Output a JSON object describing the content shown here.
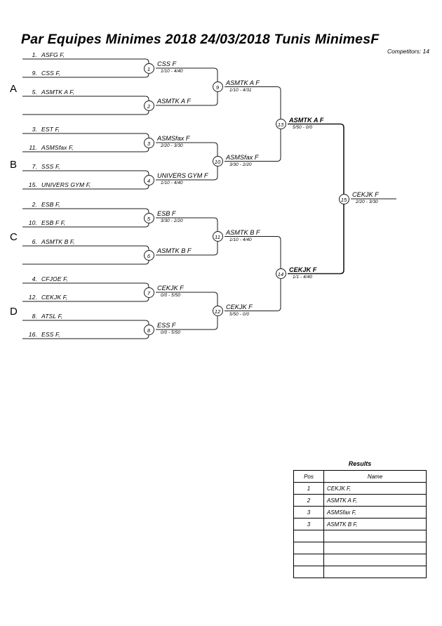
{
  "header": {
    "title": "Par Equipes Minimes 2018  24/03/2018  Tunis   MinimesF",
    "competitors": "Competitors: 14"
  },
  "groups": [
    {
      "label": "A"
    },
    {
      "label": "B"
    },
    {
      "label": "C"
    },
    {
      "label": "D"
    }
  ],
  "entrants": [
    {
      "seed": "1.",
      "name": "ASFG F,"
    },
    {
      "seed": "9.",
      "name": "CSS F,"
    },
    {
      "seed": "5.",
      "name": "ASMTK A F,"
    },
    {
      "seed": "",
      "name": ""
    },
    {
      "seed": "3.",
      "name": "EST F,"
    },
    {
      "seed": "11.",
      "name": "ASMSfax F,"
    },
    {
      "seed": "7.",
      "name": "SSS F,"
    },
    {
      "seed": "15.",
      "name": "UNIVERS GYM F,"
    },
    {
      "seed": "2.",
      "name": "ESB F,"
    },
    {
      "seed": "10.",
      "name": "ESB F F,"
    },
    {
      "seed": "6.",
      "name": "ASMTK B F,"
    },
    {
      "seed": "",
      "name": ""
    },
    {
      "seed": "4.",
      "name": "CFJOE F,"
    },
    {
      "seed": "12.",
      "name": "CEKJK F,"
    },
    {
      "seed": "8.",
      "name": "ATSL F,"
    },
    {
      "seed": "16.",
      "name": "ESS F,"
    }
  ],
  "matches": [
    {
      "num": "1",
      "winner": "CSS F",
      "score": "1/10 - 4/40",
      "bold": false
    },
    {
      "num": "2",
      "winner": "ASMTK A F",
      "score": "",
      "bold": false
    },
    {
      "num": "3",
      "winner": "ASMSfax F",
      "score": "2/20 - 3/30",
      "bold": false
    },
    {
      "num": "4",
      "winner": "UNIVERS GYM F",
      "score": "1/10 - 4/40",
      "bold": false
    },
    {
      "num": "5",
      "winner": "ESB F",
      "score": "3/30 - 2/20",
      "bold": false
    },
    {
      "num": "6",
      "winner": "ASMTK B F",
      "score": "",
      "bold": false
    },
    {
      "num": "7",
      "winner": "CEKJK F",
      "score": "0/0 - 5/50",
      "bold": false
    },
    {
      "num": "8",
      "winner": "ESS F",
      "score": "0/0 - 5/50",
      "bold": false
    },
    {
      "num": "9",
      "winner": "ASMTK A F",
      "score": "1/10 - 4/31",
      "bold": false
    },
    {
      "num": "10",
      "winner": "ASMSfax F",
      "score": "3/30 - 2/20",
      "bold": false
    },
    {
      "num": "11",
      "winner": "ASMTK B F",
      "score": "1/10 - 4/40",
      "bold": false
    },
    {
      "num": "12",
      "winner": "CEKJK F",
      "score": "5/50 - 0/0",
      "bold": false
    },
    {
      "num": "13",
      "winner": "ASMTK A F",
      "score": "5/50 - 0/0",
      "bold": true
    },
    {
      "num": "14",
      "winner": "CEKJK F",
      "score": "1/1 - 4/40",
      "bold": true
    },
    {
      "num": "15",
      "winner": "CEKJK F",
      "score": "2/20 - 3/30",
      "bold": false
    }
  ],
  "results": {
    "title": "Results",
    "columns": [
      "Pos",
      "Name"
    ],
    "rows": [
      {
        "pos": "1",
        "name": "CEKJK F,"
      },
      {
        "pos": "2",
        "name": "ASMTK A F,"
      },
      {
        "pos": "3",
        "name": "ASMSfax F,"
      },
      {
        "pos": "3",
        "name": "ASMTK B F,"
      },
      {
        "pos": "",
        "name": ""
      },
      {
        "pos": "",
        "name": ""
      },
      {
        "pos": "",
        "name": ""
      },
      {
        "pos": "",
        "name": ""
      }
    ]
  }
}
